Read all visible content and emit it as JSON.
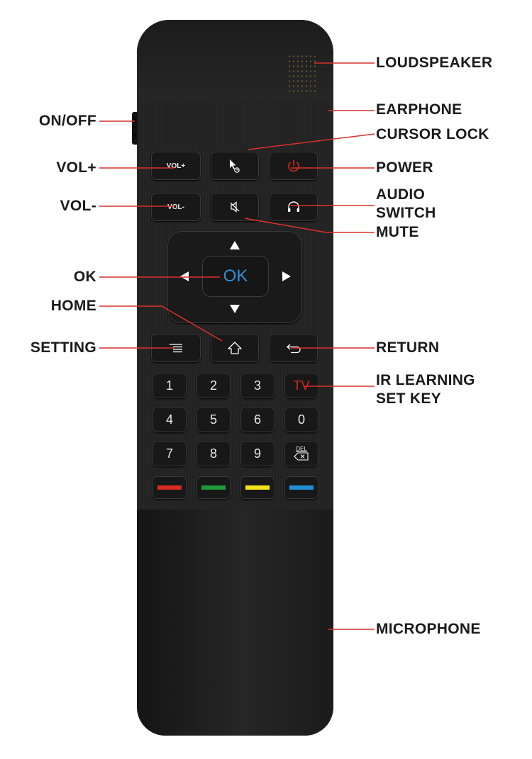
{
  "colors": {
    "leader": "#d9302c",
    "ok_text": "#2c8fd6",
    "red_key": "#d32a21",
    "color_keys": [
      "#d62a22",
      "#1e9a3a",
      "#f3e21a",
      "#1f8fd6"
    ]
  },
  "left_labels": {
    "on_off": "ON/OFF",
    "vol_up": "VOL+",
    "vol_down": "VOL-",
    "ok": "OK",
    "home": "HOME",
    "setting": "SETTING"
  },
  "right_labels": {
    "loudspeaker": "LOUDSPEAKER",
    "earphone": "EARPHONE",
    "cursor_lock": "CURSOR LOCK",
    "power": "POWER",
    "audio_switch_1": "AUDIO",
    "audio_switch_2": "SWITCH",
    "mute": "MUTE",
    "return": "RETURN",
    "ir_learning_1": "IR LEARNING",
    "ir_learning_2": "SET KEY",
    "microphone": "MICROPHONE"
  },
  "keys": {
    "vol_up": "VOL+",
    "vol_down": "VOL-",
    "ok": "OK",
    "tv": "TV",
    "del": "DEL",
    "digits": [
      "1",
      "2",
      "3",
      "4",
      "5",
      "6",
      "0",
      "7",
      "8",
      "9"
    ]
  },
  "icons": {
    "cursor": "cursor-lock-icon",
    "power": "power-icon",
    "mute": "mute-icon",
    "headphones": "headphones-icon",
    "menu": "menu-icon",
    "home": "home-icon",
    "back": "return-icon",
    "delete": "backspace-icon"
  }
}
